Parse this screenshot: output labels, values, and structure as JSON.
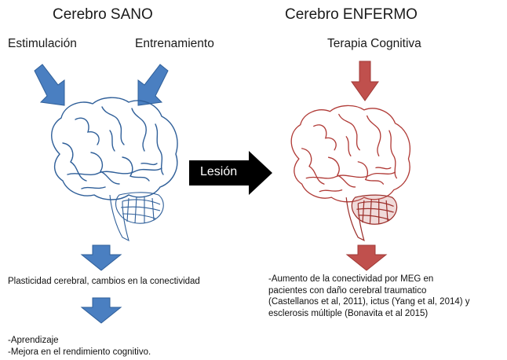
{
  "healthy": {
    "title": "Cerebro SANO",
    "input_left": "Estimulación",
    "input_right": "Entrenamiento",
    "outcome_1": "Plasticidad cerebral, cambios en la conectividad",
    "outcome_2_lines": [
      "-Aprendizaje",
      "-Mejora en el rendimiento cognitivo."
    ],
    "color": "#4a7fc1"
  },
  "transition": {
    "label": "Lesión",
    "color": "#000000"
  },
  "sick": {
    "title": "Cerebro ENFERMO",
    "input": "Terapia Cognitiva",
    "outcome_lines": [
      "-Aumento de la conectividad por MEG en",
      "pacientes con daño cerebral traumatico",
      "(Castellanos et al, 2011), ictus (Yang et al, 2014) y",
      "esclerosis múltiple (Bonavita et al 2015)"
    ],
    "color": "#c0392b"
  },
  "icons": [
    "brain-blue",
    "brain-red",
    "arrow-down",
    "arrow-diagonal",
    "arrow-right"
  ]
}
